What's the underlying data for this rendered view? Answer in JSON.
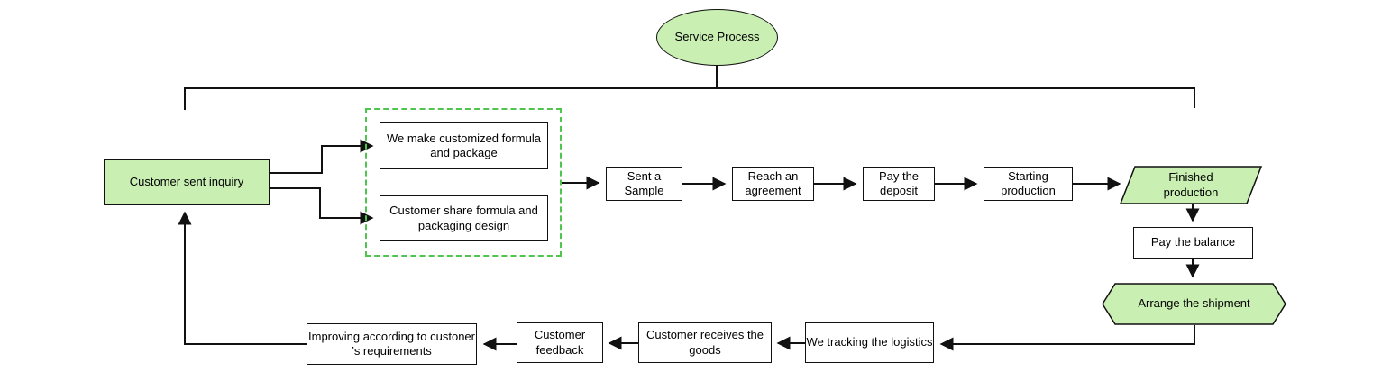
{
  "diagram": {
    "title": "Service Process",
    "nodes": {
      "customer_inquiry": "Customer sent inquiry",
      "make_formula": "We make customized formula and package",
      "share_formula": "Customer share formula and packaging design",
      "sent_sample": "Sent a Sample",
      "reach_agreement": "Reach an agreement",
      "pay_deposit": "Pay the deposit",
      "starting_production": "Starting production",
      "finished_production": "Finished production",
      "pay_balance": "Pay the balance",
      "arrange_shipment": "Arrange the shipment",
      "tracking_logistics": "We tracking the logistics",
      "customer_receives": "Customer receives the goods",
      "customer_feedback": "Customer feedback",
      "improving": "Improving according to custoner ’s requirements"
    },
    "colors": {
      "shape_fill_green": "#c9efb2",
      "shape_border": "#111111",
      "dashed_group_border": "#4fc44f",
      "connector": "#111111",
      "box_fill_white": "#ffffff"
    }
  }
}
